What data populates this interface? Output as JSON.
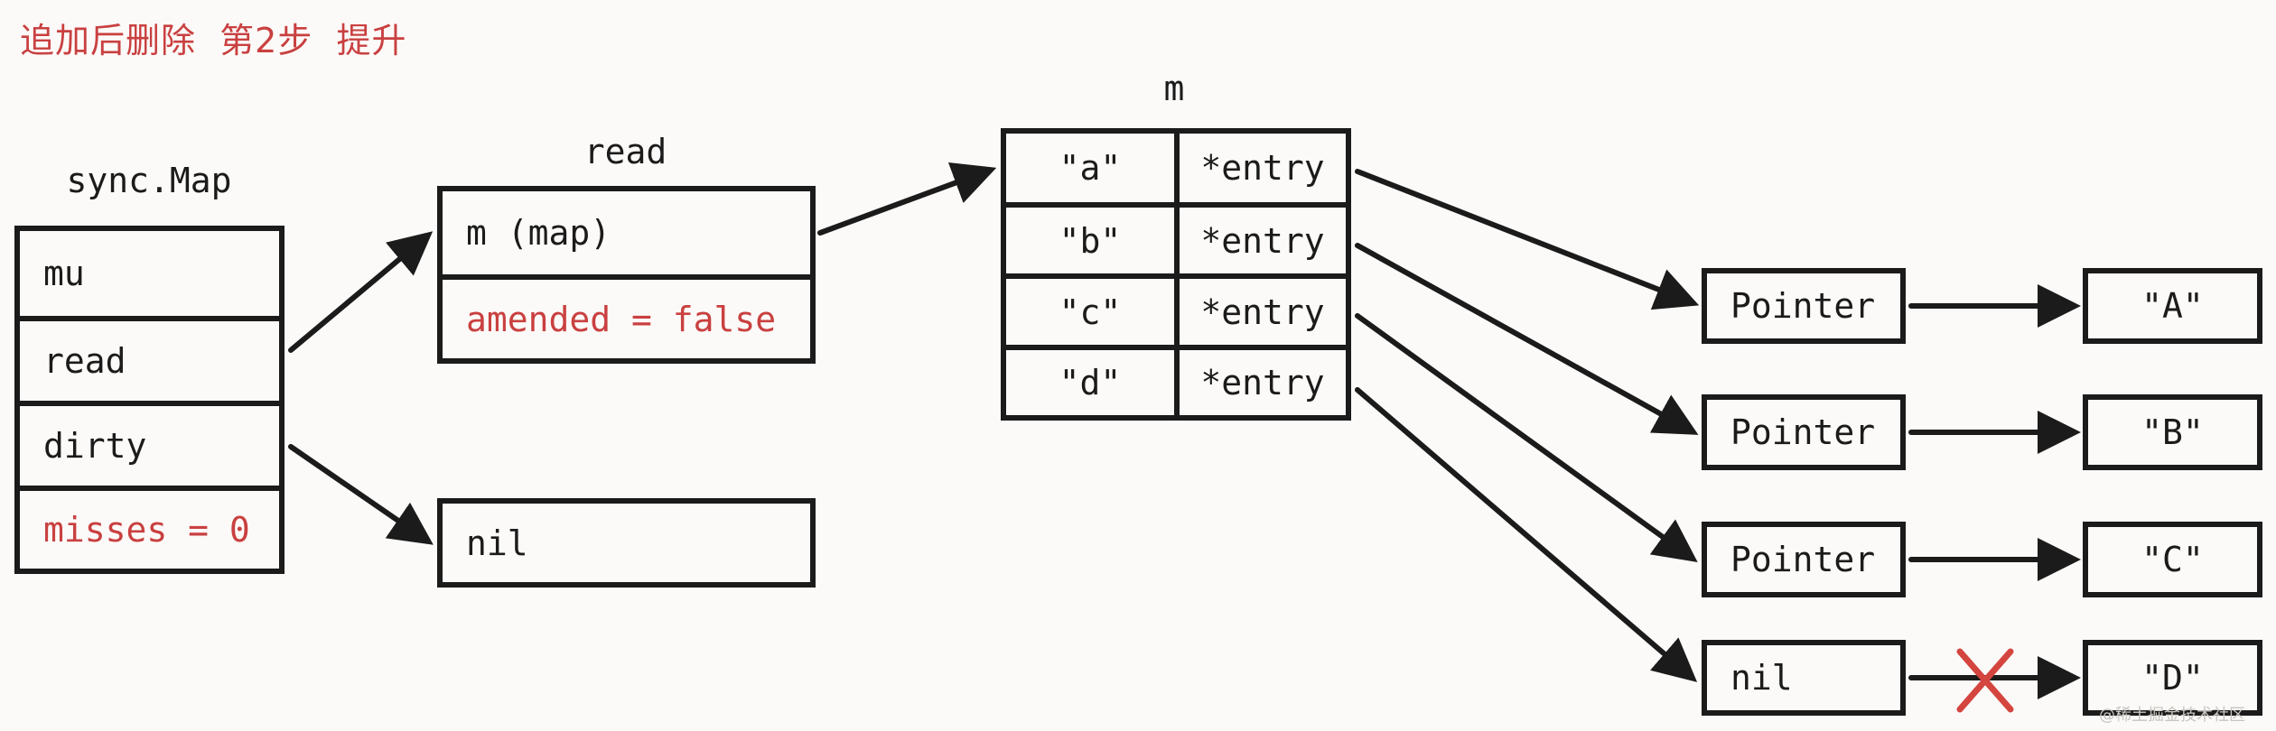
{
  "title": "追加后删除  第2步  提升",
  "sync_map": {
    "caption": "sync.Map",
    "fields": [
      {
        "label": "mu",
        "highlight": false
      },
      {
        "label": "read",
        "highlight": false
      },
      {
        "label": "dirty",
        "highlight": false
      },
      {
        "label": "misses = 0",
        "highlight": true
      }
    ]
  },
  "read_struct": {
    "caption": "read",
    "fields": [
      {
        "label": "m (map)",
        "highlight": false
      },
      {
        "label": "amended = false",
        "highlight": true
      }
    ]
  },
  "dirty_value": {
    "label": "nil"
  },
  "map_m": {
    "caption": "m",
    "rows": [
      {
        "key": "\"a\"",
        "value": "*entry"
      },
      {
        "key": "\"b\"",
        "value": "*entry"
      },
      {
        "key": "\"c\"",
        "value": "*entry"
      },
      {
        "key": "\"d\"",
        "value": "*entry"
      }
    ]
  },
  "entries": [
    {
      "pointer": "Pointer",
      "value": "\"A\"",
      "deleted": false
    },
    {
      "pointer": "Pointer",
      "value": "\"B\"",
      "deleted": false
    },
    {
      "pointer": "Pointer",
      "value": "\"C\"",
      "deleted": false
    },
    {
      "pointer": "nil",
      "value": "\"D\"",
      "deleted": true
    }
  ],
  "colors": {
    "highlight": "#c94040",
    "stroke": "#1b1b1b",
    "background": "#fcfaf8"
  },
  "watermark": "@稀土掘金技术社区"
}
